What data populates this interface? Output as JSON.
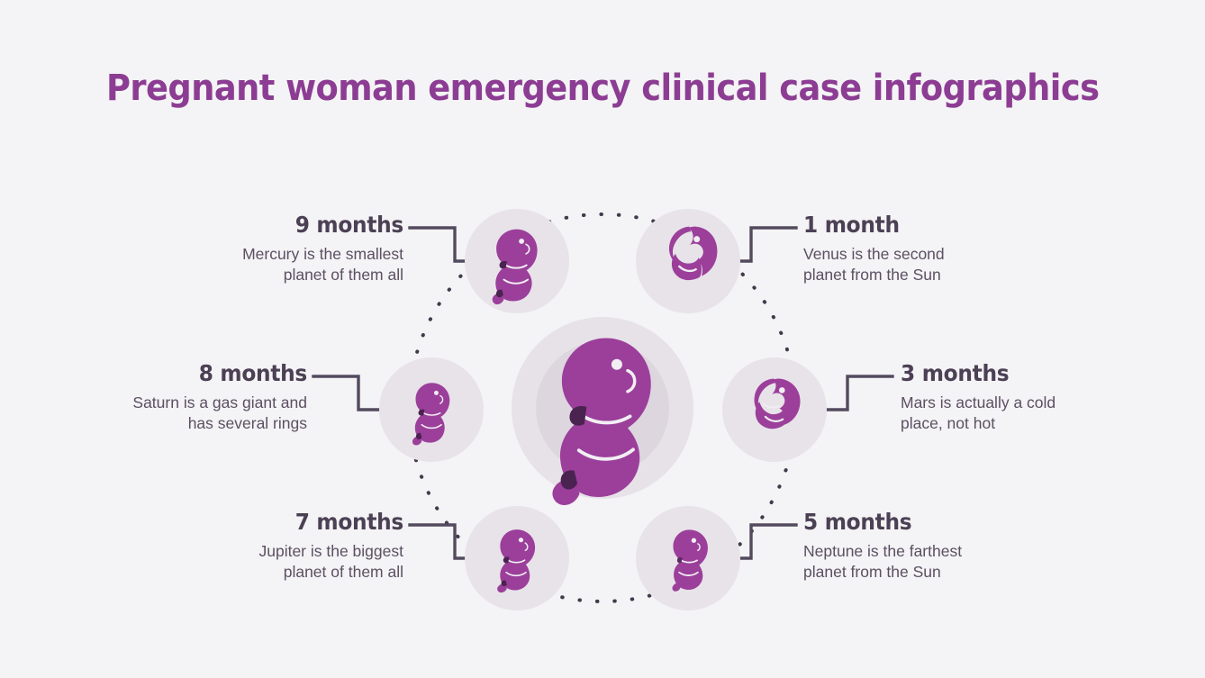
{
  "page": {
    "title": "Pregnant woman emergency clinical case infographics",
    "background_color": "#f4f3f5",
    "title_color": "#8c3d93",
    "heading_color": "#4c4055",
    "body_color": "#5b5063",
    "accent_purple": "#9b3f9b",
    "circle_fill": "#e8e3e9",
    "center_circle_outer": "#e7e2e8",
    "center_circle_inner": "#ddd6de",
    "connector_color": "#534a5e",
    "dot_color": "#413a4a"
  },
  "items": [
    {
      "id": "month-9",
      "heading": "9 months",
      "body": "Mercury is the smallest\nplanet of them all",
      "side": "left",
      "icon": "fetus-9-months-icon",
      "stage_index": 6
    },
    {
      "id": "month-1",
      "heading": "1 month",
      "body": "Venus is the second\nplanet from the Sun",
      "side": "right",
      "icon": "fetus-1-month-icon",
      "stage_index": 1
    },
    {
      "id": "month-8",
      "heading": "8 months",
      "body": "Saturn is a gas giant and\nhas several rings",
      "side": "left",
      "icon": "fetus-8-months-icon",
      "stage_index": 5
    },
    {
      "id": "month-3",
      "heading": "3 months",
      "body": "Mars is actually a cold\nplace, not hot",
      "side": "right",
      "icon": "fetus-3-months-icon",
      "stage_index": 2
    },
    {
      "id": "month-7",
      "heading": "7 months",
      "body": "Jupiter is the biggest\nplanet of them all",
      "side": "left",
      "icon": "fetus-7-months-icon",
      "stage_index": 4
    },
    {
      "id": "month-5",
      "heading": "5 months",
      "body": "Neptune is the farthest\nplanet from the Sun",
      "side": "right",
      "icon": "fetus-5-months-icon",
      "stage_index": 3
    }
  ],
  "center": {
    "icon": "fetus-full-term-center-icon"
  }
}
